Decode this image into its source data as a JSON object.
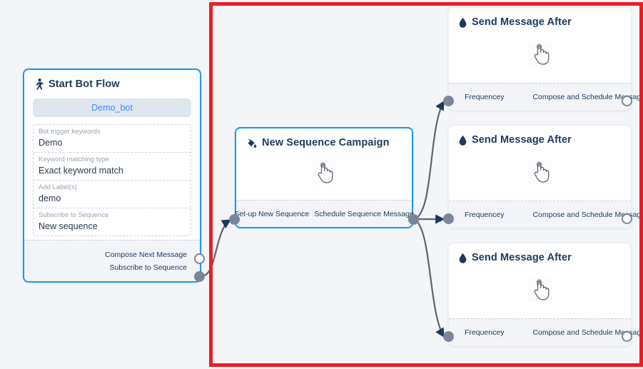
{
  "canvas": {
    "background_color": "#f4f5f8",
    "highlight_color": "#ed1c24",
    "accent_color": "#2196f3",
    "port_color": "#7b8698",
    "edge_color": "#5a6474"
  },
  "start_node": {
    "icon": "running-person-icon",
    "title": "Start Bot Flow",
    "bot_pill_label": "Demo_bot",
    "fields": [
      {
        "label": "Bot trigger keywords",
        "value": "Demo"
      },
      {
        "label": "Keyword matching type",
        "value": "Exact keyword match"
      },
      {
        "label": "Add Label(s)",
        "value": "demo"
      },
      {
        "label": "Subscribe to Sequence",
        "value": "New sequence"
      }
    ],
    "outputs": [
      {
        "label": "Compose Next Message",
        "port": "hollow"
      },
      {
        "label": "Subscribe to Sequence",
        "port": "filled"
      }
    ]
  },
  "sequence_node": {
    "icon": "paint-bucket-icon",
    "title": "New Sequence Campaign",
    "body_icon": "pointing-hand-cursor-icon",
    "input_label": "Set-up New Sequence",
    "output_label": "Schedule Sequence Message"
  },
  "send_nodes": [
    {
      "icon": "droplet-icon",
      "title": "Send Message After",
      "body_icon": "pointing-hand-cursor-icon",
      "input_label": "Frequencey",
      "output_label": "Compose and Schedule Message"
    },
    {
      "icon": "droplet-icon",
      "title": "Send Message After",
      "body_icon": "pointing-hand-cursor-icon",
      "input_label": "Frequencey",
      "output_label": "Compose and Schedule Message"
    },
    {
      "icon": "droplet-icon",
      "title": "Send Message After",
      "body_icon": "pointing-hand-cursor-icon",
      "input_label": "Frequencey",
      "output_label": "Compose and Schedule Message"
    }
  ]
}
